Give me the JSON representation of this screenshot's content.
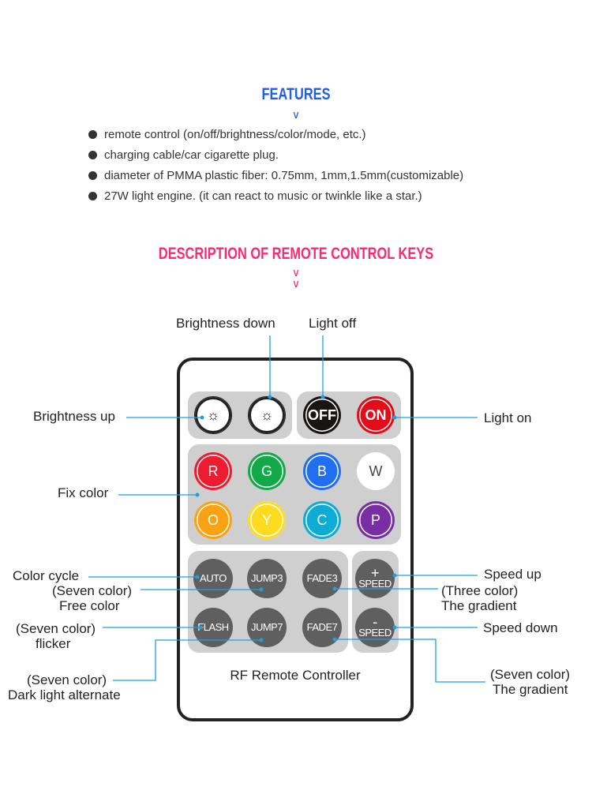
{
  "features": {
    "title": "FEATURES",
    "items": [
      "remote control (on/off/brightness/color/mode, etc.)",
      "charging cable/car cigarette plug.",
      "diameter of PMMA plastic fiber: 0.75mm, 1mm,1.5mm(customizable)",
      "27W light engine. (it can react to music or twinkle like a star.)"
    ]
  },
  "remote_section": {
    "title": "DESCRIPTION OF REMOTE CONTROL KEYS"
  },
  "colors": {
    "features_title": "#1f5cf5",
    "remote_title": "#ff2a6e",
    "leader_line": "#1ba1e2"
  },
  "labels": {
    "brightness_down": "Brightness down",
    "light_off": "Light off",
    "brightness_up": "Brightness up",
    "light_on": "Light on",
    "fix_color": "Fix color",
    "color_cycle": "Color cycle",
    "free_color_1": "(Seven color)",
    "free_color_2": "Free color",
    "three_gradient_1": "(Three color)",
    "three_gradient_2": "The gradient",
    "speed_up": "Speed up",
    "flicker_1": "(Seven color)",
    "flicker_2": "flicker",
    "speed_down": "Speed down",
    "dark_light_1": "(Seven color)",
    "dark_light_2": "Dark light alternate",
    "seven_gradient_1": "(Seven color)",
    "seven_gradient_2": "The gradient"
  },
  "remote": {
    "power_buttons": [
      "OFF",
      "ON"
    ],
    "color_buttons": [
      {
        "label": "R",
        "color": "#ee1c2e"
      },
      {
        "label": "G",
        "color": "#12aa48"
      },
      {
        "label": "B",
        "color": "#1f6ff0"
      },
      {
        "label": "W",
        "color": "#ffffff"
      },
      {
        "label": "O",
        "color": "#fba212"
      },
      {
        "label": "Y",
        "color": "#fddc1f"
      },
      {
        "label": "C",
        "color": "#0cacd7"
      },
      {
        "label": "P",
        "color": "#7a2ea6"
      }
    ],
    "mode_buttons": [
      "AUTO",
      "JUMP3",
      "FADE3",
      "FLASH",
      "JUMP7",
      "FADE7"
    ],
    "speed_buttons": [
      {
        "sign": "+",
        "label": "SPEED"
      },
      {
        "sign": "-",
        "label": "SPEED"
      }
    ],
    "footer": "RF Remote Controller"
  }
}
